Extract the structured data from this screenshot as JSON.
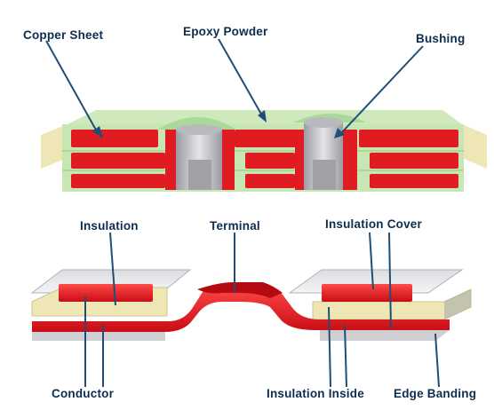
{
  "labels": {
    "copper_sheet": "Copper Sheet",
    "epoxy_powder": "Epoxy Powder",
    "bushing": "Bushing",
    "insulation": "Insulation",
    "terminal": "Terminal",
    "insulation_cover": "Insulation Cover",
    "conductor": "Conductor",
    "insulation_inside": "Insulation Inside",
    "edge_banding": "Edge Banding"
  },
  "colors": {
    "label_text": "#0d2d4e",
    "leader_line": "#1f4f78",
    "copper_red": "#e01b22",
    "epoxy_green": "#c8e6b4",
    "insulation_cream": "#eee6b4",
    "bushing_gray": "#c8c8cc",
    "edge_gray": "#9aa0a8"
  }
}
